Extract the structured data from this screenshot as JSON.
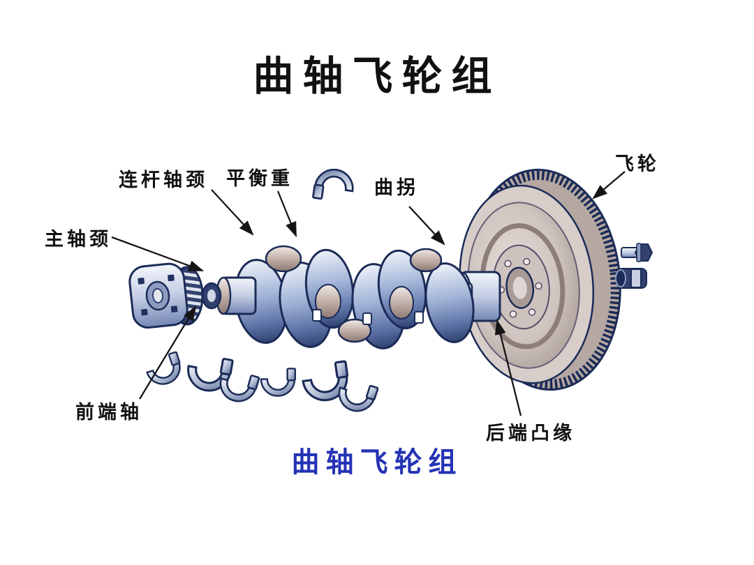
{
  "slide": {
    "title": "曲轴飞轮组",
    "caption": "曲轴飞轮组"
  },
  "labels": {
    "main_journal": "主轴颈",
    "rod_journal": "连杆轴颈",
    "counterweight": "平衡重",
    "crank_throw": "曲拐",
    "flywheel": "飞轮",
    "front_end_shaft": "前端轴",
    "rear_flange": "后端凸缘"
  },
  "colors": {
    "page-bg": "#ffffff",
    "label-black": "#111111",
    "caption-blue": "#2433b5",
    "outline-navy": "#1b2b57",
    "steel-blue": "#9db0d4",
    "steel-light": "#e6ecf7",
    "tan-bearing": "#ac9a91",
    "flywheel-face": "#cfc4bf",
    "arrow-black": "#151515"
  }
}
